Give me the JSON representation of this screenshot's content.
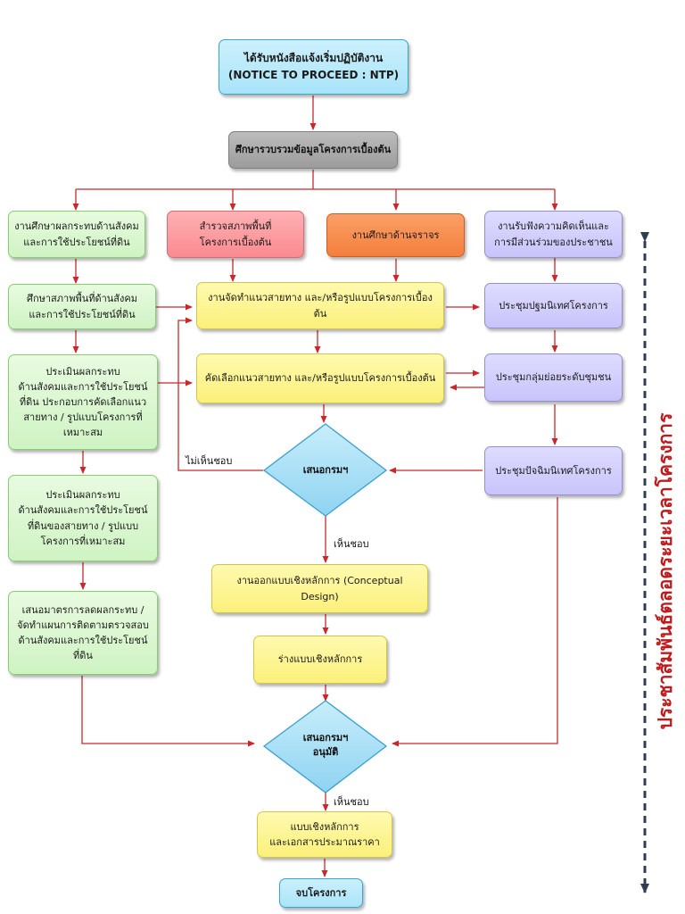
{
  "nodes": {
    "start": "ได้รับหนังสือแจ้งเริ่มปฏิบัติงาน\n(NOTICE TO PROCEED : NTP)",
    "collect": "ศึกษารวบรวมข้อมูลโครงการเบื้องต้น",
    "social_study": "งานศึกษาผลกระทบด้านสังคม\nและการใช้ประโยชน์ที่ดิน",
    "survey": "สำรวจสภาพพื้นที่\nโครงการเบื้องต้น",
    "traffic": "งานศึกษาด้านจราจร",
    "public": "งานรับฟังความคิดเห็นและ\nการมีส่วนร่วมของประชาชน",
    "social_area": "ศึกษาสภาพพื้นที่ด้านสังคม\nและการใช้ประโยชน์ที่ดิน",
    "route_design": "งานจัดทำแนวสายทาง และ/หรือรูปแบบโครงการเบื้องต้น",
    "orientation": "ประชุมปฐมนิเทศโครงการ",
    "assess1": "ประเมินผลกระทบ\nด้านสังคมและการใช้ประโยชน์\nที่ดิน ประกอบการคัดเลือกแนว\nสายทาง / รูปแบบโครงการที่\nเหมาะสม",
    "select_route": "คัดเลือกแนวสายทาง และ/หรือรูปแบบโครงการเบื้องต้น",
    "group_meeting": "ประชุมกลุ่มย่อยระดับชุมชน",
    "present1": "เสนอกรมฯ",
    "closing_meeting": "ประชุมปัจฉิมนิเทศโครงการ",
    "assess2": "ประเมินผลกระทบ\nด้านสังคมและการใช้ประโยชน์\nที่ดินของสายทาง / รูปแบบ\nโครงการที่เหมาะสม",
    "conceptual": "งานออกแบบเชิงหลักการ (Conceptual Design)",
    "mitigation": "เสนอมาตรการลดผลกระทบ /\nจัดทำแผนการติดตามตรวจสอบ\nด้านสังคมและการใช้ประโยชน์\nที่ดิน",
    "draft": "ร่างแบบเชิงหลักการ",
    "present2": "เสนอกรมฯ\nอนุมัติ",
    "docs": "แบบเชิงหลักการ\nและเอกสารประมาณราคา",
    "end": "จบโครงการ"
  },
  "labels": {
    "disagree": "ไม่เห็นชอบ",
    "agree1": "เห็นชอบ",
    "agree2": "เห็นชอบ"
  },
  "side_text": "ประชาสัมพันธ์ตลอดระยะเวลาโครงการ",
  "colors": {
    "arrow": "#c8282c",
    "side_text": "#c0191c",
    "side_arrow": "#2f3d55"
  }
}
